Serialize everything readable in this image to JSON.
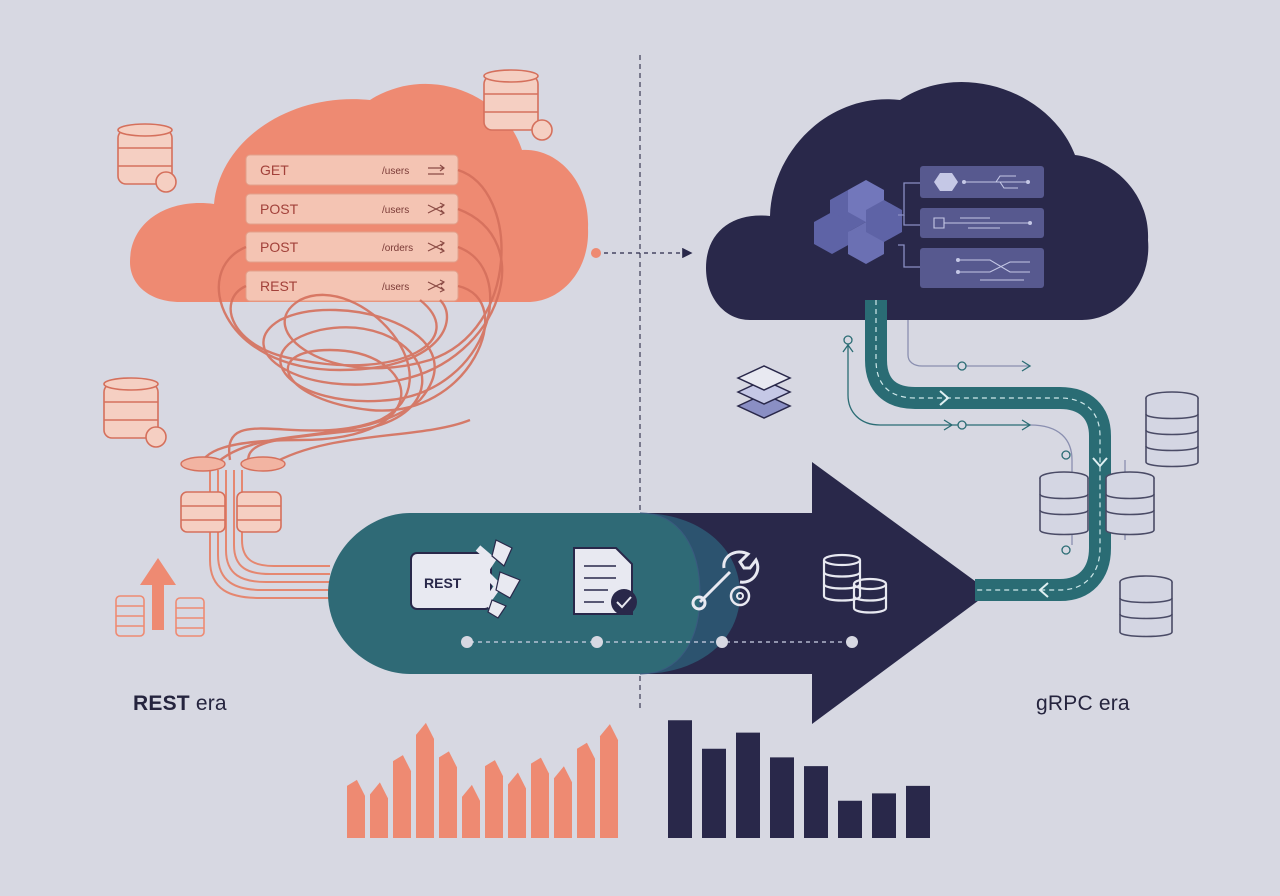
{
  "rest_cloud": {
    "endpoints": [
      {
        "method": "GET",
        "path": "/users"
      },
      {
        "method": "POST",
        "path": "/users"
      },
      {
        "method": "POST",
        "path": "/orders"
      },
      {
        "method": "REST",
        "path": "/users"
      }
    ]
  },
  "pipeline": {
    "rest_box_label": "REST"
  },
  "labels": {
    "rest_era_bold": "REST",
    "rest_era_rest": " era",
    "grpc_era": "gRPC era"
  },
  "colors": {
    "background": "#d7d8e2",
    "rest_accent": "#ee8a72",
    "grpc_dark": "#29284a",
    "teal": "#2f6a76",
    "panel": "#57598f"
  },
  "rest_bars": [
    0.42,
    0.4,
    0.62,
    0.88,
    0.65,
    0.38,
    0.58,
    0.48,
    0.6,
    0.53,
    0.72,
    0.87
  ],
  "grpc_bars": [
    0.95,
    0.72,
    0.85,
    0.65,
    0.58,
    0.3,
    0.36,
    0.42
  ]
}
